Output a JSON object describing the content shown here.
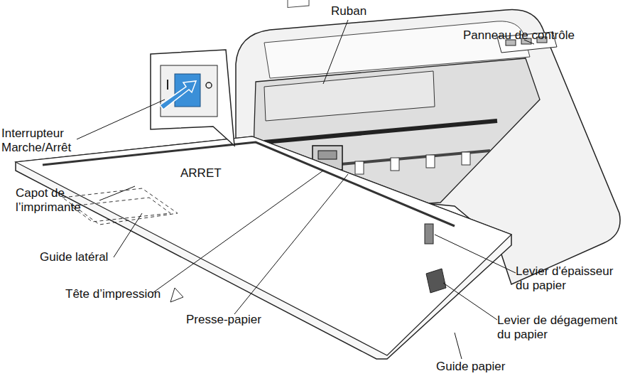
{
  "diagram": {
    "labels": [
      "Ruban",
      "Panneau de contrôle",
      "Interrupteur Marche/Arrêt",
      "ARRET",
      "Capot de l’imprimante",
      "Guide latéral",
      "Tête d’impression",
      "Presse-papier",
      "Guide papier",
      "Levier d'épaisseur du papier",
      "Levier de dégagement du papier"
    ]
  }
}
